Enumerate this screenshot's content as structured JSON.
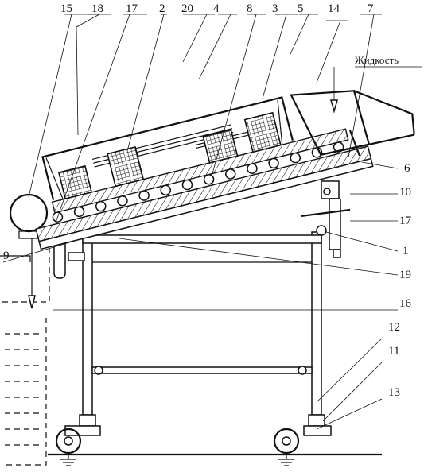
{
  "diagram": {
    "liquid_label": "Жидкость",
    "callouts": [
      "15",
      "18",
      "17",
      "2",
      "20",
      "4",
      "8",
      "3",
      "5",
      "14",
      "7",
      "6",
      "10",
      "17",
      "1",
      "9",
      "19",
      "16",
      "12",
      "11",
      "13"
    ]
  }
}
